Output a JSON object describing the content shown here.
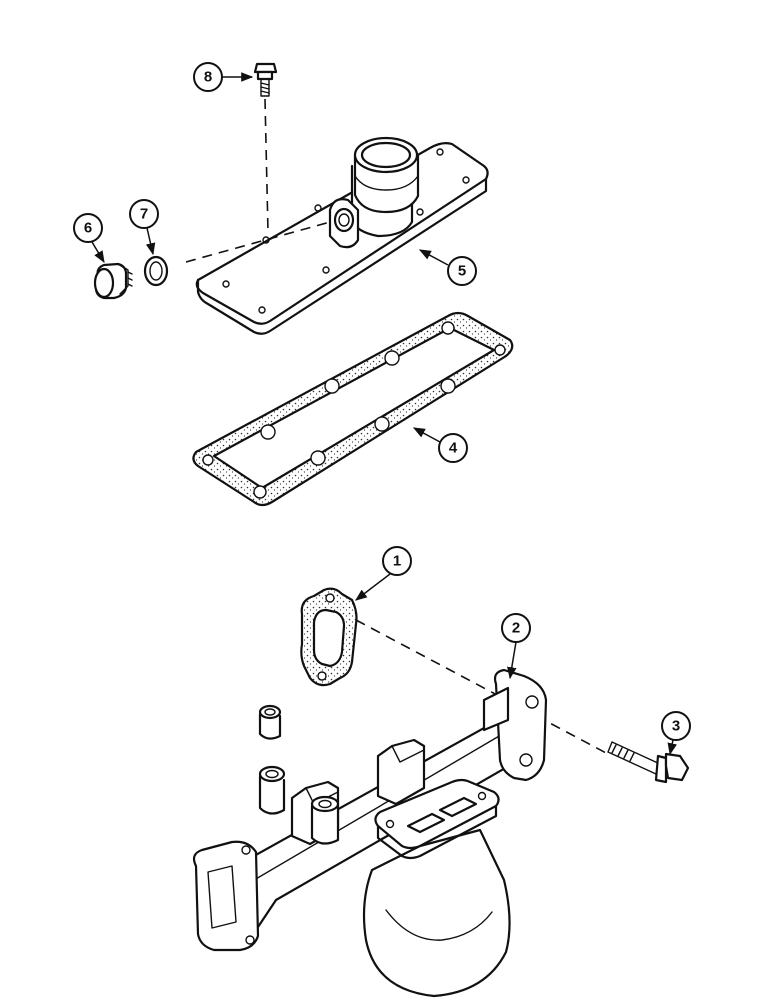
{
  "callouts": [
    {
      "id": "1",
      "label": "1",
      "part": "gasket-turbo-flange"
    },
    {
      "id": "2",
      "label": "2",
      "part": "exhaust-manifold"
    },
    {
      "id": "3",
      "label": "3",
      "part": "flange-bolt"
    },
    {
      "id": "4",
      "label": "4",
      "part": "cover-gasket"
    },
    {
      "id": "5",
      "label": "5",
      "part": "intake-cover"
    },
    {
      "id": "6",
      "label": "6",
      "part": "plug"
    },
    {
      "id": "7",
      "label": "7",
      "part": "sealing-washer"
    },
    {
      "id": "8",
      "label": "8",
      "part": "cover-bolt"
    }
  ],
  "colors": {
    "line": "#111111",
    "background": "#ffffff"
  }
}
